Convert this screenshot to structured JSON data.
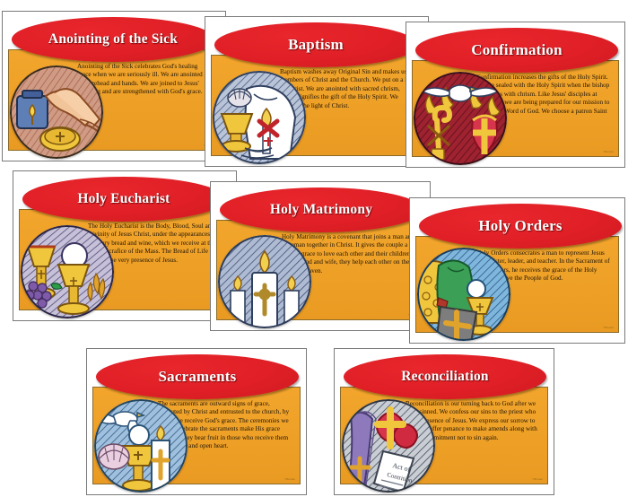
{
  "theme": {
    "title_banner_color": "#e01f26",
    "panel_color": "#f0a12a",
    "panel_border_color": "#8a6a2a",
    "card_border_color": "#7a7a7a",
    "title_text_color": "#ffffff",
    "body_text_color": "#1a1208",
    "page_background": "#ffffff"
  },
  "cards": [
    {
      "id": "anointing-of-the-sick",
      "title": "Anointing of the Sick",
      "body": "Anointing of the Sick celebrates God's healing grace when we are seriously ill. We are anointed on the forehead and hands. We are joined to Jesus' suffering and are strengthened with God's grace.",
      "illustration": "oil-stock-candle-and-ring",
      "credit": "©Diocese"
    },
    {
      "id": "baptism",
      "title": "Baptism",
      "body": "Baptism washes away Original Sin and makes us members of Christ and the Church. We put on a life of Christ. We are anointed with sacred chrism, which signifies the gift of the Holy Spirit. We become the light of Christ.",
      "illustration": "shell-water-chalice-white-garment-candle",
      "credit": "©Diocese"
    },
    {
      "id": "confirmation",
      "title": "Confirmation",
      "body": "Confirmation increases the gifts of the Holy Spirit. We are sealed with the Holy Spirit when the bishop anoints us with chrism. Like Jesus' disciples at Pentecost, we are being prepared for our mission to spread the Word of God. We choose a patron Saint to guide us.",
      "illustration": "dove-flames-crozier-mitre",
      "credit": "©Diocese"
    },
    {
      "id": "holy-eucharist",
      "title": "Holy Eucharist",
      "body": "The Holy Eucharist is the Body, Blood, Soul and Divinity of Jesus Christ, under the appearances of ordinary bread and wine, which we receive at the Holy Sacrafice of the Mass.  The Bread of Life fills us with the very presence of Jesus.",
      "illustration": "chalice-host-grapes-wheat",
      "credit": "©Diocese"
    },
    {
      "id": "holy-matrimony",
      "title": "Holy Matrimony",
      "body": "Holy Matrimony is a covenant that joins a man and a woman together in Christ. It gives the couple a special grace to love each other and their children. As husband and wife, they help each other on their path to Heaven.",
      "illustration": "unity-candle-with-cross",
      "credit": "©Diocese"
    },
    {
      "id": "holy-orders",
      "title": "Holy Orders",
      "body": "Holy Orders consecrates a man to represent Jesus as minister, leader, and teacher. In the Sacrament of Holy Orders, he receives the grace of the Holy Spirit to serve the People of God.",
      "illustration": "green-chasuble-bible-chalice-host",
      "credit": "©Diocese"
    },
    {
      "id": "sacraments",
      "title": "Sacraments",
      "body": "The sacraments are outward signs of grace, instituted by Christ and entrusted to the church, by which we receive God's grace. The ceremonies we use to celebrate the sacraments make His grace present.  They bear fruit in those who receive them with a pure and open heart.",
      "illustration": "dove-shell-chalice-host-candle",
      "credit": "©Diocese"
    },
    {
      "id": "reconciliation",
      "title": "Reconciliation",
      "body": "Reconciliation is our turning back to God after we have sinned. We confess our sins to the priest who is the presence of Jesus. We express our sorrow to God and offer penance to make amends along with a firm commitment not to sin again.",
      "illustration": "purple-stole-sacred-heart-act-of-contrition",
      "credit": "©Diocese"
    }
  ]
}
